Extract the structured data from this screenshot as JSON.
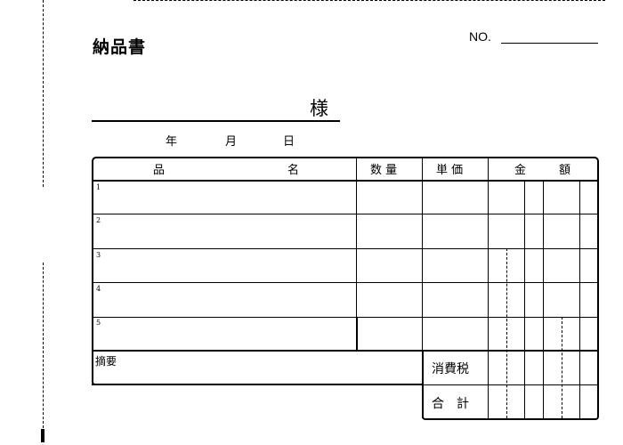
{
  "form": {
    "title": "納品書",
    "number_label": "NO.",
    "number_value": "",
    "customer_suffix": "様",
    "customer_name": "",
    "date": {
      "year_label": "年",
      "month_label": "月",
      "day_label": "日"
    }
  },
  "table": {
    "headers": {
      "item_name_1": "品",
      "item_name_2": "名",
      "quantity": "数 量",
      "unit_price": "単 価",
      "amount_1": "金",
      "amount_2": "額"
    },
    "rows": [
      {
        "no": "1",
        "item": "",
        "quantity": "",
        "unit_price": "",
        "amount": ""
      },
      {
        "no": "2",
        "item": "",
        "quantity": "",
        "unit_price": "",
        "amount": ""
      },
      {
        "no": "3",
        "item": "",
        "quantity": "",
        "unit_price": "",
        "amount": ""
      },
      {
        "no": "4",
        "item": "",
        "quantity": "",
        "unit_price": "",
        "amount": ""
      },
      {
        "no": "5",
        "item": "",
        "quantity": "",
        "unit_price": "",
        "amount": ""
      }
    ]
  },
  "memo": {
    "label": "摘要",
    "value": ""
  },
  "summary": {
    "tax_label": "消費税",
    "tax_value": "",
    "total_label": "合　計",
    "total_value": ""
  }
}
